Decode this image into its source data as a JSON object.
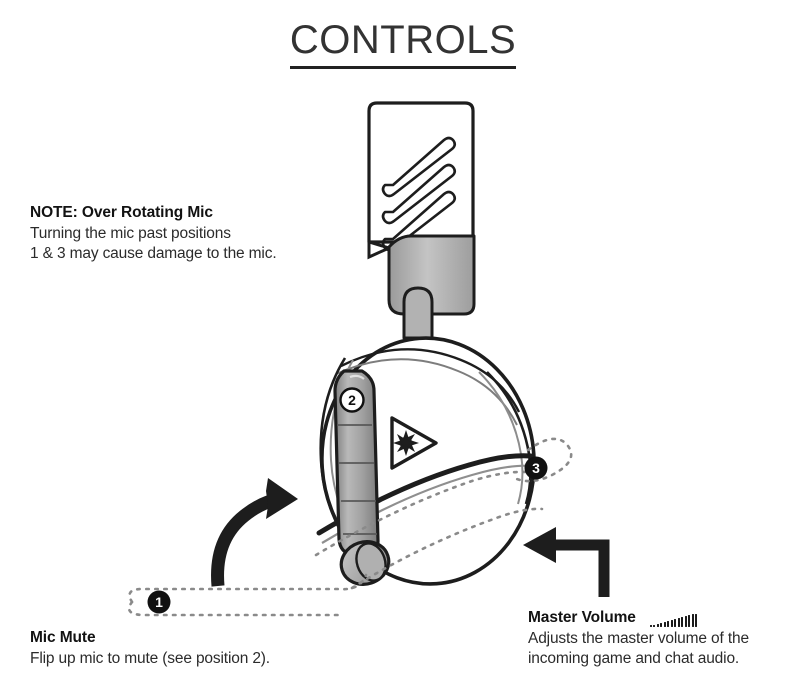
{
  "page": {
    "title": "CONTROLS",
    "background": "#ffffff",
    "ink": "#1a1a1a"
  },
  "note_callout": {
    "heading": "NOTE: Over Rotating Mic",
    "lines": [
      "Turning the mic past positions",
      "1 & 3 may cause damage to the mic."
    ]
  },
  "mic_mute_callout": {
    "heading": "Mic Mute",
    "lines": [
      "Flip up mic to mute (see position 2)."
    ]
  },
  "master_volume_callout": {
    "heading": "Master Volume",
    "icon": "volume-bars-icon",
    "lines": [
      "Adjusts the master volume of the",
      "incoming game and chat audio."
    ]
  },
  "diagram": {
    "name": "gaming-headset-controls-diagram",
    "product_logo": "turtle-beach-logo",
    "markers": [
      {
        "id": "1",
        "label": "1",
        "style": "filled",
        "description": "mic down position"
      },
      {
        "id": "2",
        "label": "2",
        "style": "outline",
        "description": "mic up / muted position"
      },
      {
        "id": "3",
        "label": "3",
        "style": "filled",
        "description": "mic fully rotated back position"
      }
    ],
    "arrows": [
      {
        "name": "mic-rotation-arrow",
        "shape": "curved",
        "direction": "up-right"
      },
      {
        "name": "master-volume-arrow",
        "shape": "elbow",
        "direction": "left"
      }
    ],
    "colors": {
      "outline": "#1d1d1d",
      "shade_light": "#d8d8d8",
      "shade_mid": "#b5b5b5",
      "shade_dark": "#8f8f8f",
      "dotted_path": "#8a8a8a"
    }
  }
}
